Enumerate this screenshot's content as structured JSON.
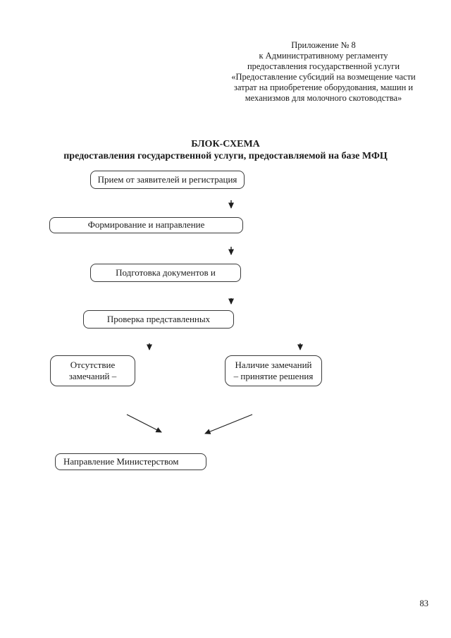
{
  "colors": {
    "background": "#ffffff",
    "text": "#1b1b1b",
    "box_border": "#3a3a3a",
    "arrow": "#1e1e1e"
  },
  "header": {
    "lines": [
      "Приложение № 8",
      "к Административному регламенту",
      "предоставления государственной услуги",
      "«Предоставление субсидий на возмещение части",
      "затрат на приобретение оборудования, машин и",
      "механизмов для молочного скотоводства»"
    ]
  },
  "title": {
    "line1": "БЛОК-СХЕМА",
    "line2": "предоставления государственной услуги, предоставляемой на базе МФЦ"
  },
  "flowchart": {
    "boxes": [
      {
        "label": "Прием от заявителей и регистрация"
      },
      {
        "label": "Формирование и направление"
      },
      {
        "label": "Подготовка документов и"
      },
      {
        "label": "Проверка представленных"
      },
      {
        "lines": [
          "Отсутствие",
          "замечаний –"
        ]
      },
      {
        "lines": [
          "Наличие замечаний",
          "– принятие решения"
        ]
      },
      {
        "label": "Направление Министерством"
      }
    ]
  },
  "page_number": "83"
}
